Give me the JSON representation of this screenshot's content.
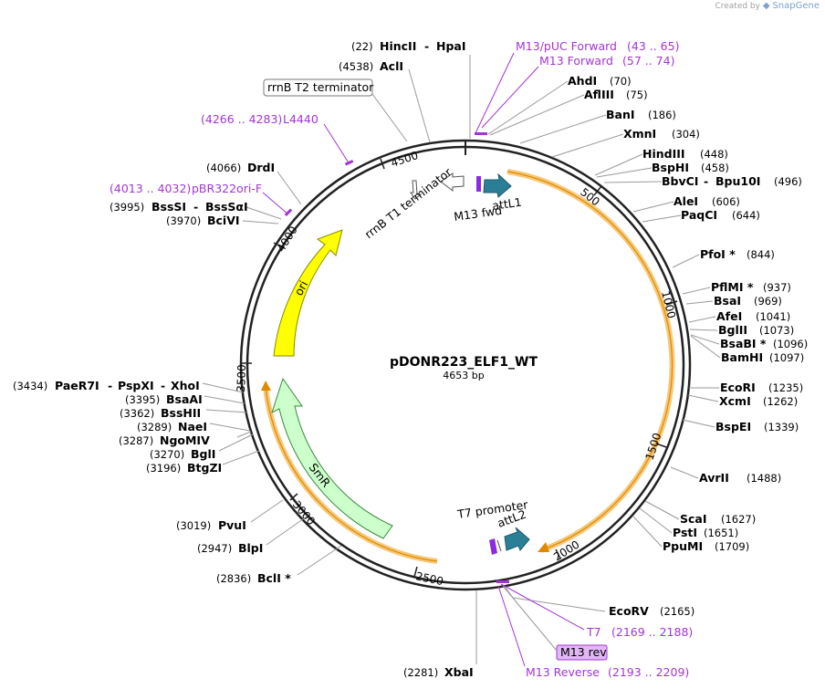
{
  "watermark": {
    "prefix": "Created by",
    "brand": "SnapGene"
  },
  "plasmid": {
    "name": "pDONR223_ELF1_WT",
    "size_label": "4653 bp",
    "length_bp": 4653
  },
  "ticks": [
    "500",
    "1000",
    "1500",
    "2000",
    "2500",
    "3000",
    "3500",
    "4000",
    "4500"
  ],
  "features": [
    {
      "id": "ori",
      "label": "ori",
      "color": "#ffff00",
      "stroke": "#9a9a00"
    },
    {
      "id": "smr",
      "label": "SmR",
      "color": "#ccffcc",
      "stroke": "#3a8a3a"
    },
    {
      "id": "attl1",
      "label": "attL1",
      "color": "#2a7f96"
    },
    {
      "id": "attl2",
      "label": "attL2",
      "color": "#2a7f96"
    },
    {
      "id": "rrnbt1",
      "label": "rrnB T1 terminator"
    },
    {
      "id": "rrnbt2",
      "label": "rrnB T2 terminator"
    },
    {
      "id": "m13fwd",
      "label": "M13 fwd"
    },
    {
      "id": "t7promoter",
      "label": "T7 promoter"
    },
    {
      "id": "m13rev",
      "label": "M13 rev"
    }
  ],
  "sites_right": [
    {
      "name": "AhdI",
      "pos": "(70)"
    },
    {
      "name": "AflIII",
      "pos": "(75)"
    },
    {
      "name": "BanI",
      "pos": "(186)"
    },
    {
      "name": "XmnI",
      "pos": "(304)"
    },
    {
      "name": "HindIII",
      "pos": "(448)"
    },
    {
      "name": "BspHI",
      "pos": "(458)"
    },
    {
      "name": "BbvCI",
      "name2": "Bpu10I",
      "pos": "(496)"
    },
    {
      "name": "AleI",
      "pos": "(606)"
    },
    {
      "name": "PaqCI",
      "pos": "(644)"
    },
    {
      "name": "PfoI *",
      "pos": "(844)"
    },
    {
      "name": "PflMI *",
      "pos": "(937)"
    },
    {
      "name": "BsaI",
      "pos": "(969)"
    },
    {
      "name": "AfeI",
      "pos": "(1041)"
    },
    {
      "name": "BglII",
      "pos": "(1073)"
    },
    {
      "name": "BsaBI *",
      "pos": "(1096)"
    },
    {
      "name": "BamHI",
      "pos": "(1097)"
    },
    {
      "name": "EcoRI",
      "pos": "(1235)"
    },
    {
      "name": "XcmI",
      "pos": "(1262)"
    },
    {
      "name": "BspEI",
      "pos": "(1339)"
    },
    {
      "name": "AvrII",
      "pos": "(1488)"
    },
    {
      "name": "ScaI",
      "pos": "(1627)"
    },
    {
      "name": "PstI",
      "pos": "(1651)"
    },
    {
      "name": "PpuMI",
      "pos": "(1709)"
    },
    {
      "name": "EcoRV",
      "pos": "(2165)"
    }
  ],
  "sites_left": [
    {
      "name": "XbaI",
      "pos": "(2281)"
    },
    {
      "name": "BclI *",
      "pos": "(2836)"
    },
    {
      "name": "BlpI",
      "pos": "(2947)"
    },
    {
      "name": "PvuI",
      "pos": "(3019)"
    },
    {
      "name": "BtgZI",
      "pos": "(3196)"
    },
    {
      "name": "BglI",
      "pos": "(3270)"
    },
    {
      "name": "NgoMIV",
      "pos": "(3287)"
    },
    {
      "name": "NaeI",
      "pos": "(3289)"
    },
    {
      "name": "BssHII",
      "pos": "(3362)"
    },
    {
      "name": "BsaAI",
      "pos": "(3395)"
    },
    {
      "name": "PaeR7I",
      "name2": "PspXI",
      "name3": "XhoI",
      "pos": "(3434)"
    },
    {
      "name": "BciVI",
      "pos": "(3970)"
    },
    {
      "name": "BssSI",
      "name2": "BssSαI",
      "pos": "(3995)"
    },
    {
      "name": "DrdI",
      "pos": "(4066)"
    },
    {
      "name": "AclI",
      "pos": "(4538)"
    },
    {
      "name": "HincII",
      "name2": "HpaI",
      "pos": "(22)"
    }
  ],
  "primers": [
    {
      "name": "M13/pUC Forward",
      "range": "(43 .. 65)"
    },
    {
      "name": "M13 Forward",
      "range": "(57 .. 74)"
    },
    {
      "name": "T7",
      "range": "(2169 .. 2188)"
    },
    {
      "name": "M13 Reverse",
      "range": "(2193 .. 2209)"
    },
    {
      "name": "L4440",
      "range": "(4266 .. 4283)"
    },
    {
      "name": "pBR322ori-F",
      "range": "(4013 .. 4032)"
    }
  ],
  "colors": {
    "primer": "#a335d6",
    "insert_arc": "#f5a623",
    "backbone": "#222222"
  }
}
